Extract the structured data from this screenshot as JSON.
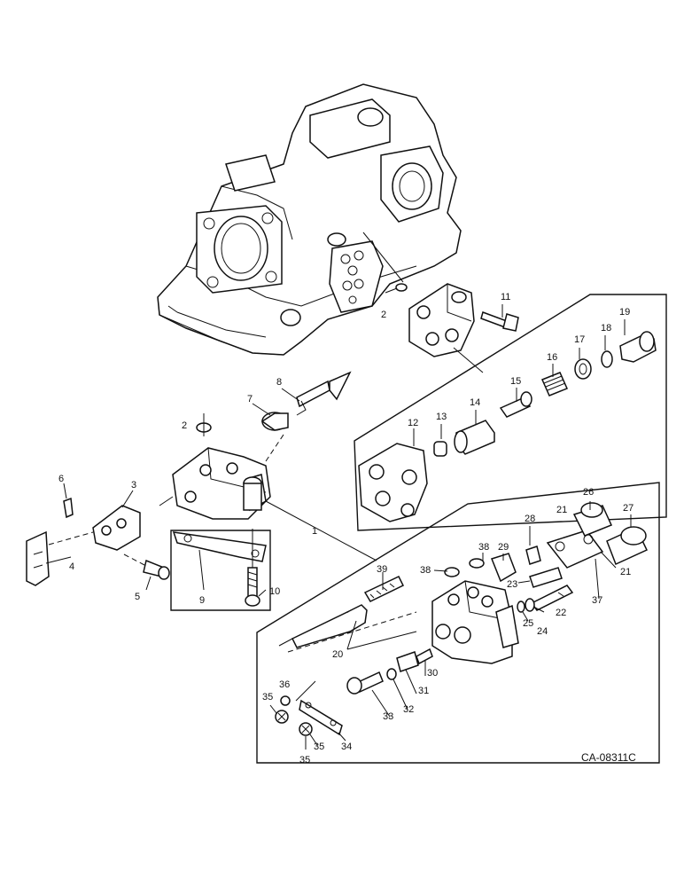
{
  "drawing_code": "CA-08311C",
  "callouts": {
    "c1": "1",
    "c2a": "2",
    "c2b": "2",
    "c3": "3",
    "c4": "4",
    "c5": "5",
    "c6": "6",
    "c7": "7",
    "c8": "8",
    "c9": "9",
    "c10": "10",
    "c11": "11",
    "c12": "12",
    "c13": "13",
    "c14": "14",
    "c15": "15",
    "c16": "16",
    "c17": "17",
    "c18": "18",
    "c19": "19",
    "c20": "20",
    "c21a": "21",
    "c21b": "21",
    "c22": "22",
    "c23": "23",
    "c24": "24",
    "c25": "25",
    "c26": "26",
    "c27": "27",
    "c28": "28",
    "c29": "29",
    "c30": "30",
    "c31": "31",
    "c32": "32",
    "c33": "33",
    "c35a": "35",
    "c35b": "35",
    "c35c": "35",
    "c36": "36",
    "c37": "37",
    "c38a": "38",
    "c38b": "38",
    "c39": "39",
    "c34": "34"
  }
}
